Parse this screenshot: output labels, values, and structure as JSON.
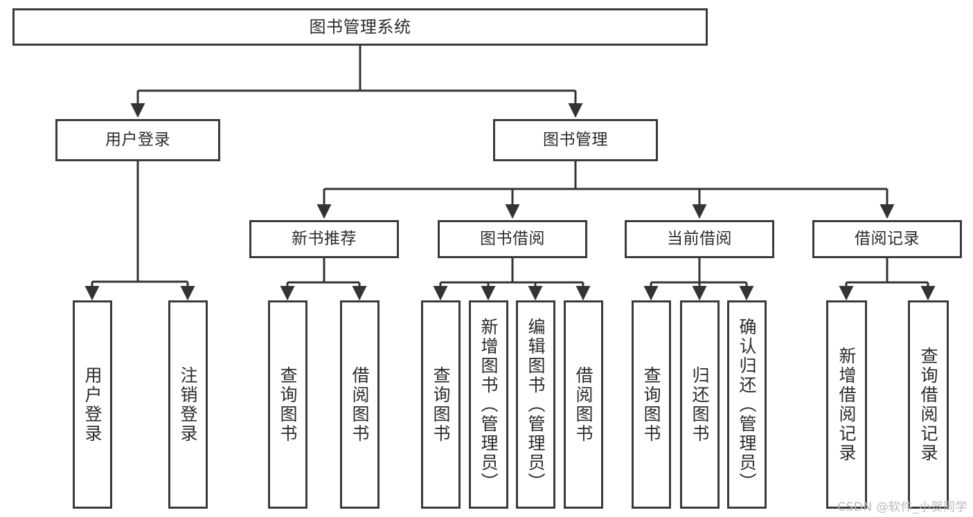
{
  "diagram": {
    "title": "图书管理系统",
    "type": "hierarchy-tree",
    "watermark": "CSDN @软件_小贺同学",
    "colors": {
      "box_border": "#3a3a3a",
      "box_fill": "#ffffff",
      "connector": "#333333",
      "text": "#2b2b2b",
      "watermark": "#b9b9b9"
    },
    "levels": {
      "root": {
        "label": "图书管理系统"
      },
      "level2": [
        {
          "id": "user-login",
          "label": "用户登录"
        },
        {
          "id": "book-manage",
          "label": "图书管理"
        }
      ],
      "level3": [
        {
          "id": "new-book-rec",
          "label": "新书推荐"
        },
        {
          "id": "book-borrow",
          "label": "图书借阅"
        },
        {
          "id": "current-borrow",
          "label": "当前借阅"
        },
        {
          "id": "borrow-record",
          "label": "借阅记录"
        }
      ],
      "leaves": {
        "user-login": [
          {
            "id": "leaf-user-login",
            "label": "用户登录"
          },
          {
            "id": "leaf-logout",
            "label": "注销登录"
          }
        ],
        "new-book-rec": [
          {
            "id": "leaf-query-book-1",
            "label": "查询图书"
          },
          {
            "id": "leaf-borrow-book-1",
            "label": "借阅图书"
          }
        ],
        "book-borrow": [
          {
            "id": "leaf-query-book-2",
            "label": "查询图书"
          },
          {
            "id": "leaf-add-book",
            "label": "新增图书（管理员）"
          },
          {
            "id": "leaf-edit-book",
            "label": "编辑图书（管理员）"
          },
          {
            "id": "leaf-borrow-book-2",
            "label": "借阅图书"
          }
        ],
        "current-borrow": [
          {
            "id": "leaf-query-book-3",
            "label": "查询图书"
          },
          {
            "id": "leaf-return-book",
            "label": "归还图书"
          },
          {
            "id": "leaf-confirm-return",
            "label": "确认归还（管理员）"
          }
        ],
        "borrow-record": [
          {
            "id": "leaf-add-record",
            "label": "新增借阅记录"
          },
          {
            "id": "leaf-query-record",
            "label": "查询借阅记录"
          }
        ]
      }
    }
  }
}
